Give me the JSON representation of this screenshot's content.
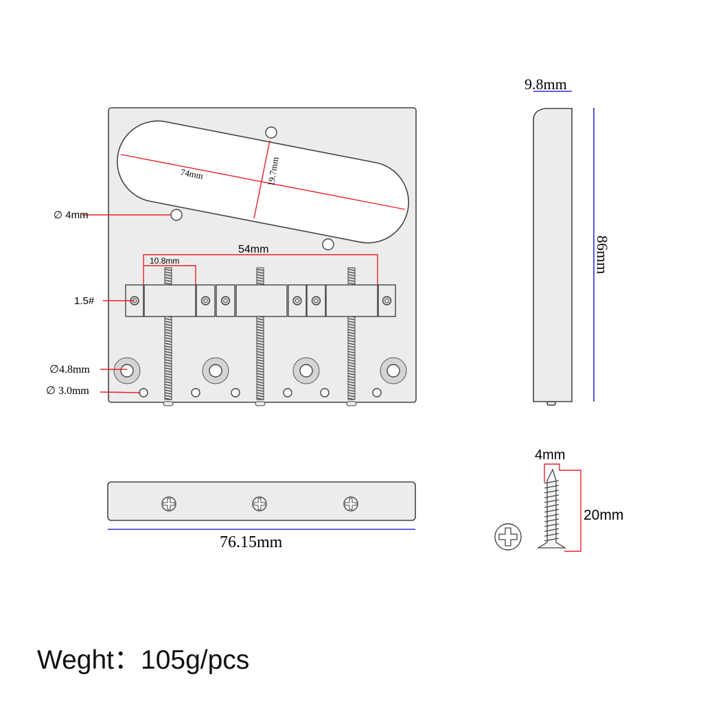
{
  "plate_top_view": {
    "pickup_length": "74mm",
    "pickup_width": "19.7mm",
    "hole_diameter": "∅ 4mm",
    "saddle_span": "54mm",
    "saddle_width": "10.8mm",
    "saddle_screw": "1.5#",
    "mount_hole": "∅4.8mm",
    "small_hole": "∅ 3.0mm"
  },
  "side_view": {
    "thickness": "9.8mm",
    "length": "86mm"
  },
  "front_view": {
    "width": "76.15mm"
  },
  "screw": {
    "diameter": "4mm",
    "length": "20mm"
  },
  "weight": {
    "label": "Weght：105g/pcs"
  },
  "colors": {
    "dimension_red": "#e8202a",
    "dimension_blue": "#2a2ad8",
    "part_fill": "#ececec"
  }
}
